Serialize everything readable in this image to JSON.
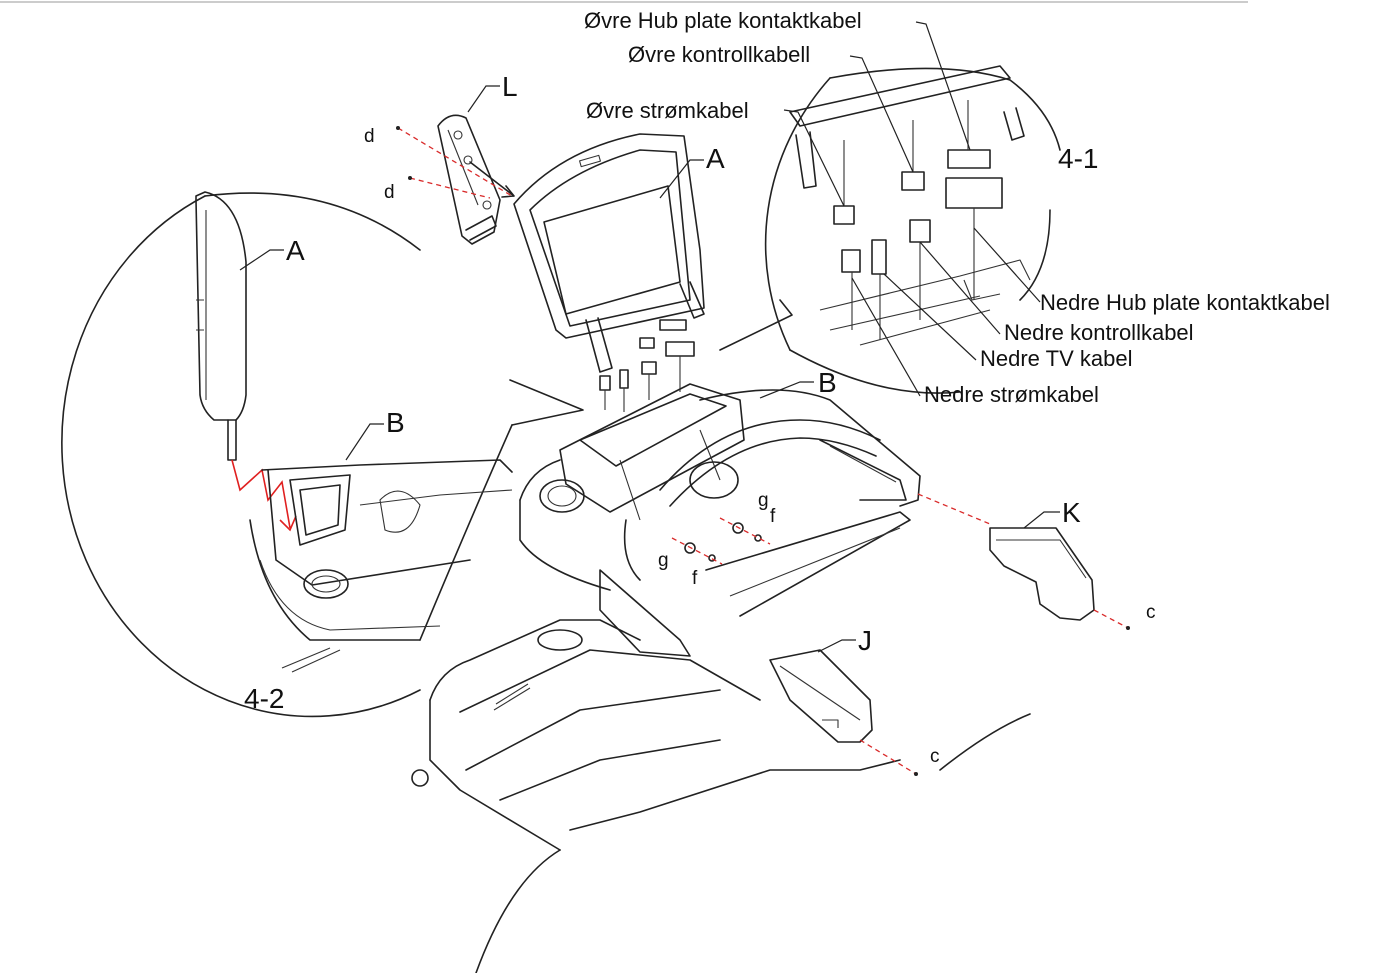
{
  "callouts": {
    "upper_hub_plate_cable": "Øvre Hub plate kontaktkabel",
    "upper_control_cable": "Øvre kontrollkabell",
    "upper_power_cable": "Øvre strømkabel",
    "lower_hub_plate_cable": "Nedre Hub plate kontaktkabel",
    "lower_control_cable": "Nedre kontrollkabel",
    "lower_tv_cable": "Nedre TV kabel",
    "lower_power_cable": "Nedre strømkabel"
  },
  "parts": {
    "console": "A",
    "console_detail": "A",
    "console_mast": "B",
    "console_mast_detail": "B",
    "bracket": "L",
    "right_cover": "K",
    "left_cover": "J"
  },
  "hardware": {
    "screw_d_upper": "d",
    "screw_d_lower": "d",
    "screw_c_right": "c",
    "screw_c_bottom": "c",
    "washer_g_upper": "g",
    "washer_g_lower": "g",
    "bolt_f_upper": "f",
    "bolt_f_lower": "f"
  },
  "details": {
    "detail_cables": "4-1",
    "detail_side": "4-2"
  },
  "colors": {
    "line": "#222222",
    "guide_dash": "#d92b2b",
    "cable_arrow": "#e02020"
  }
}
